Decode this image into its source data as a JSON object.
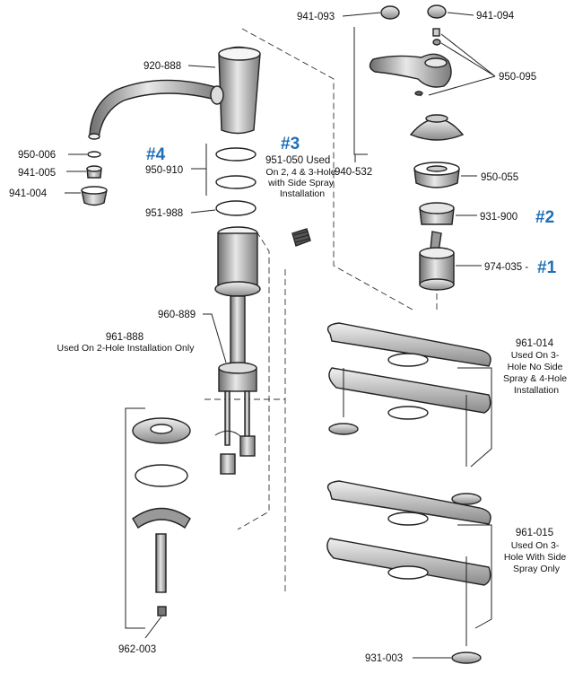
{
  "labels": {
    "p941_093": "941-093",
    "p941_094": "941-094",
    "p920_888": "920-888",
    "p950_095": "950-095",
    "p950_006": "950-006",
    "p941_005": "941-005",
    "p941_004": "941-004",
    "p950_910": "950-910",
    "p951_988": "951-988",
    "p940_532": "940-532",
    "p950_055": "950-055",
    "p931_900": "931-900",
    "p974_035": "974-035 -",
    "p960_889": "960-889",
    "p961_888": "961-888",
    "p961_014": "961-014",
    "p961_015": "961-015",
    "p931_003": "931-003",
    "p962_003": "962-003",
    "p951_050": "951-050 Used"
  },
  "notes": {
    "n951_050": [
      "On 2, 4 & 3-Hole",
      "with Side Spray",
      "Installation"
    ],
    "n961_888": "Used On 2-Hole Installation Only",
    "n961_014": [
      "Used On 3-",
      "Hole No Side",
      "Spray & 4-Hole",
      "Installation"
    ],
    "n961_015": [
      "Used On 3-",
      "Hole With Side",
      "Spray Only"
    ]
  },
  "callouts": {
    "c1": "#1",
    "c2": "#2",
    "c3": "#3",
    "c4": "#4"
  },
  "colors": {
    "callout": "#1f6fb8",
    "line": "#222222"
  }
}
